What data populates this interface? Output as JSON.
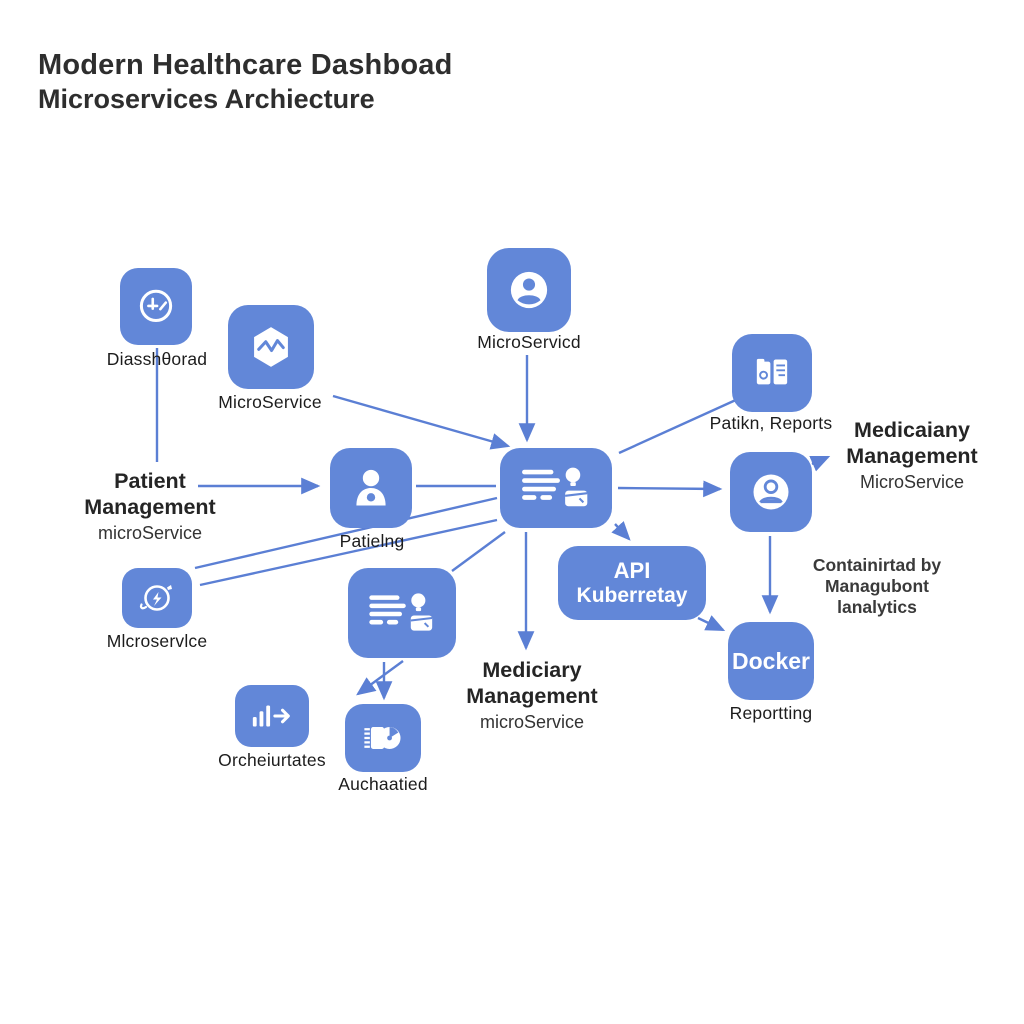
{
  "title": {
    "line1": "Modern Healthcare Dashboad",
    "line2": "Microservices Archiecture"
  },
  "colors": {
    "node_blue": "#6287d8",
    "arrow_blue": "#5b7fd4",
    "title_text": "#2e2e2e",
    "label_text": "#1c1c1c"
  },
  "nodes": {
    "dashboard": {
      "label": "Diasshθorad",
      "icon": "gauge-plus-icon"
    },
    "hex_service": {
      "label": "MicroService",
      "icon": "hexagon-pulse-icon"
    },
    "top_user": {
      "label": "MicroServicd",
      "icon": "user-circle-icon"
    },
    "reports": {
      "label": "Patikn, Reports",
      "icon": "folder-files-icon"
    },
    "patient": {
      "label": "Patielng",
      "icon": "person-icon"
    },
    "hub": {
      "icon": "list-details-icon"
    },
    "micro_left": {
      "label": "Mlcroservlce",
      "icon": "orbit-bolt-icon"
    },
    "list_detail": {
      "icon": "list-details-icon"
    },
    "api_gateway": {
      "line1": "API",
      "line2": "Kuberretay"
    },
    "right_user": {
      "icon": "user-circle-icon"
    },
    "docker": {
      "label": "Docker",
      "caption": "Reportting"
    },
    "orchestrates": {
      "label": "Orcheiurtates",
      "icon": "bar-chart-arrow-icon"
    },
    "audited": {
      "label": "Auchaatied",
      "icon": "clock-document-icon"
    }
  },
  "text_blocks": {
    "patient_mgmt": {
      "line1": "Patient",
      "line2": "Management",
      "line3": "microService"
    },
    "medicaiany_mgmt": {
      "line1": "Medicaiany",
      "line2": "Management",
      "line3": "MicroService"
    },
    "mediciary_mgmt": {
      "line1": "Mediciary",
      "line2": "Management",
      "line3": "microService"
    },
    "containerized": {
      "line1": "Containirtad by",
      "line2": "Managubont",
      "line3": "lanalytics"
    }
  }
}
